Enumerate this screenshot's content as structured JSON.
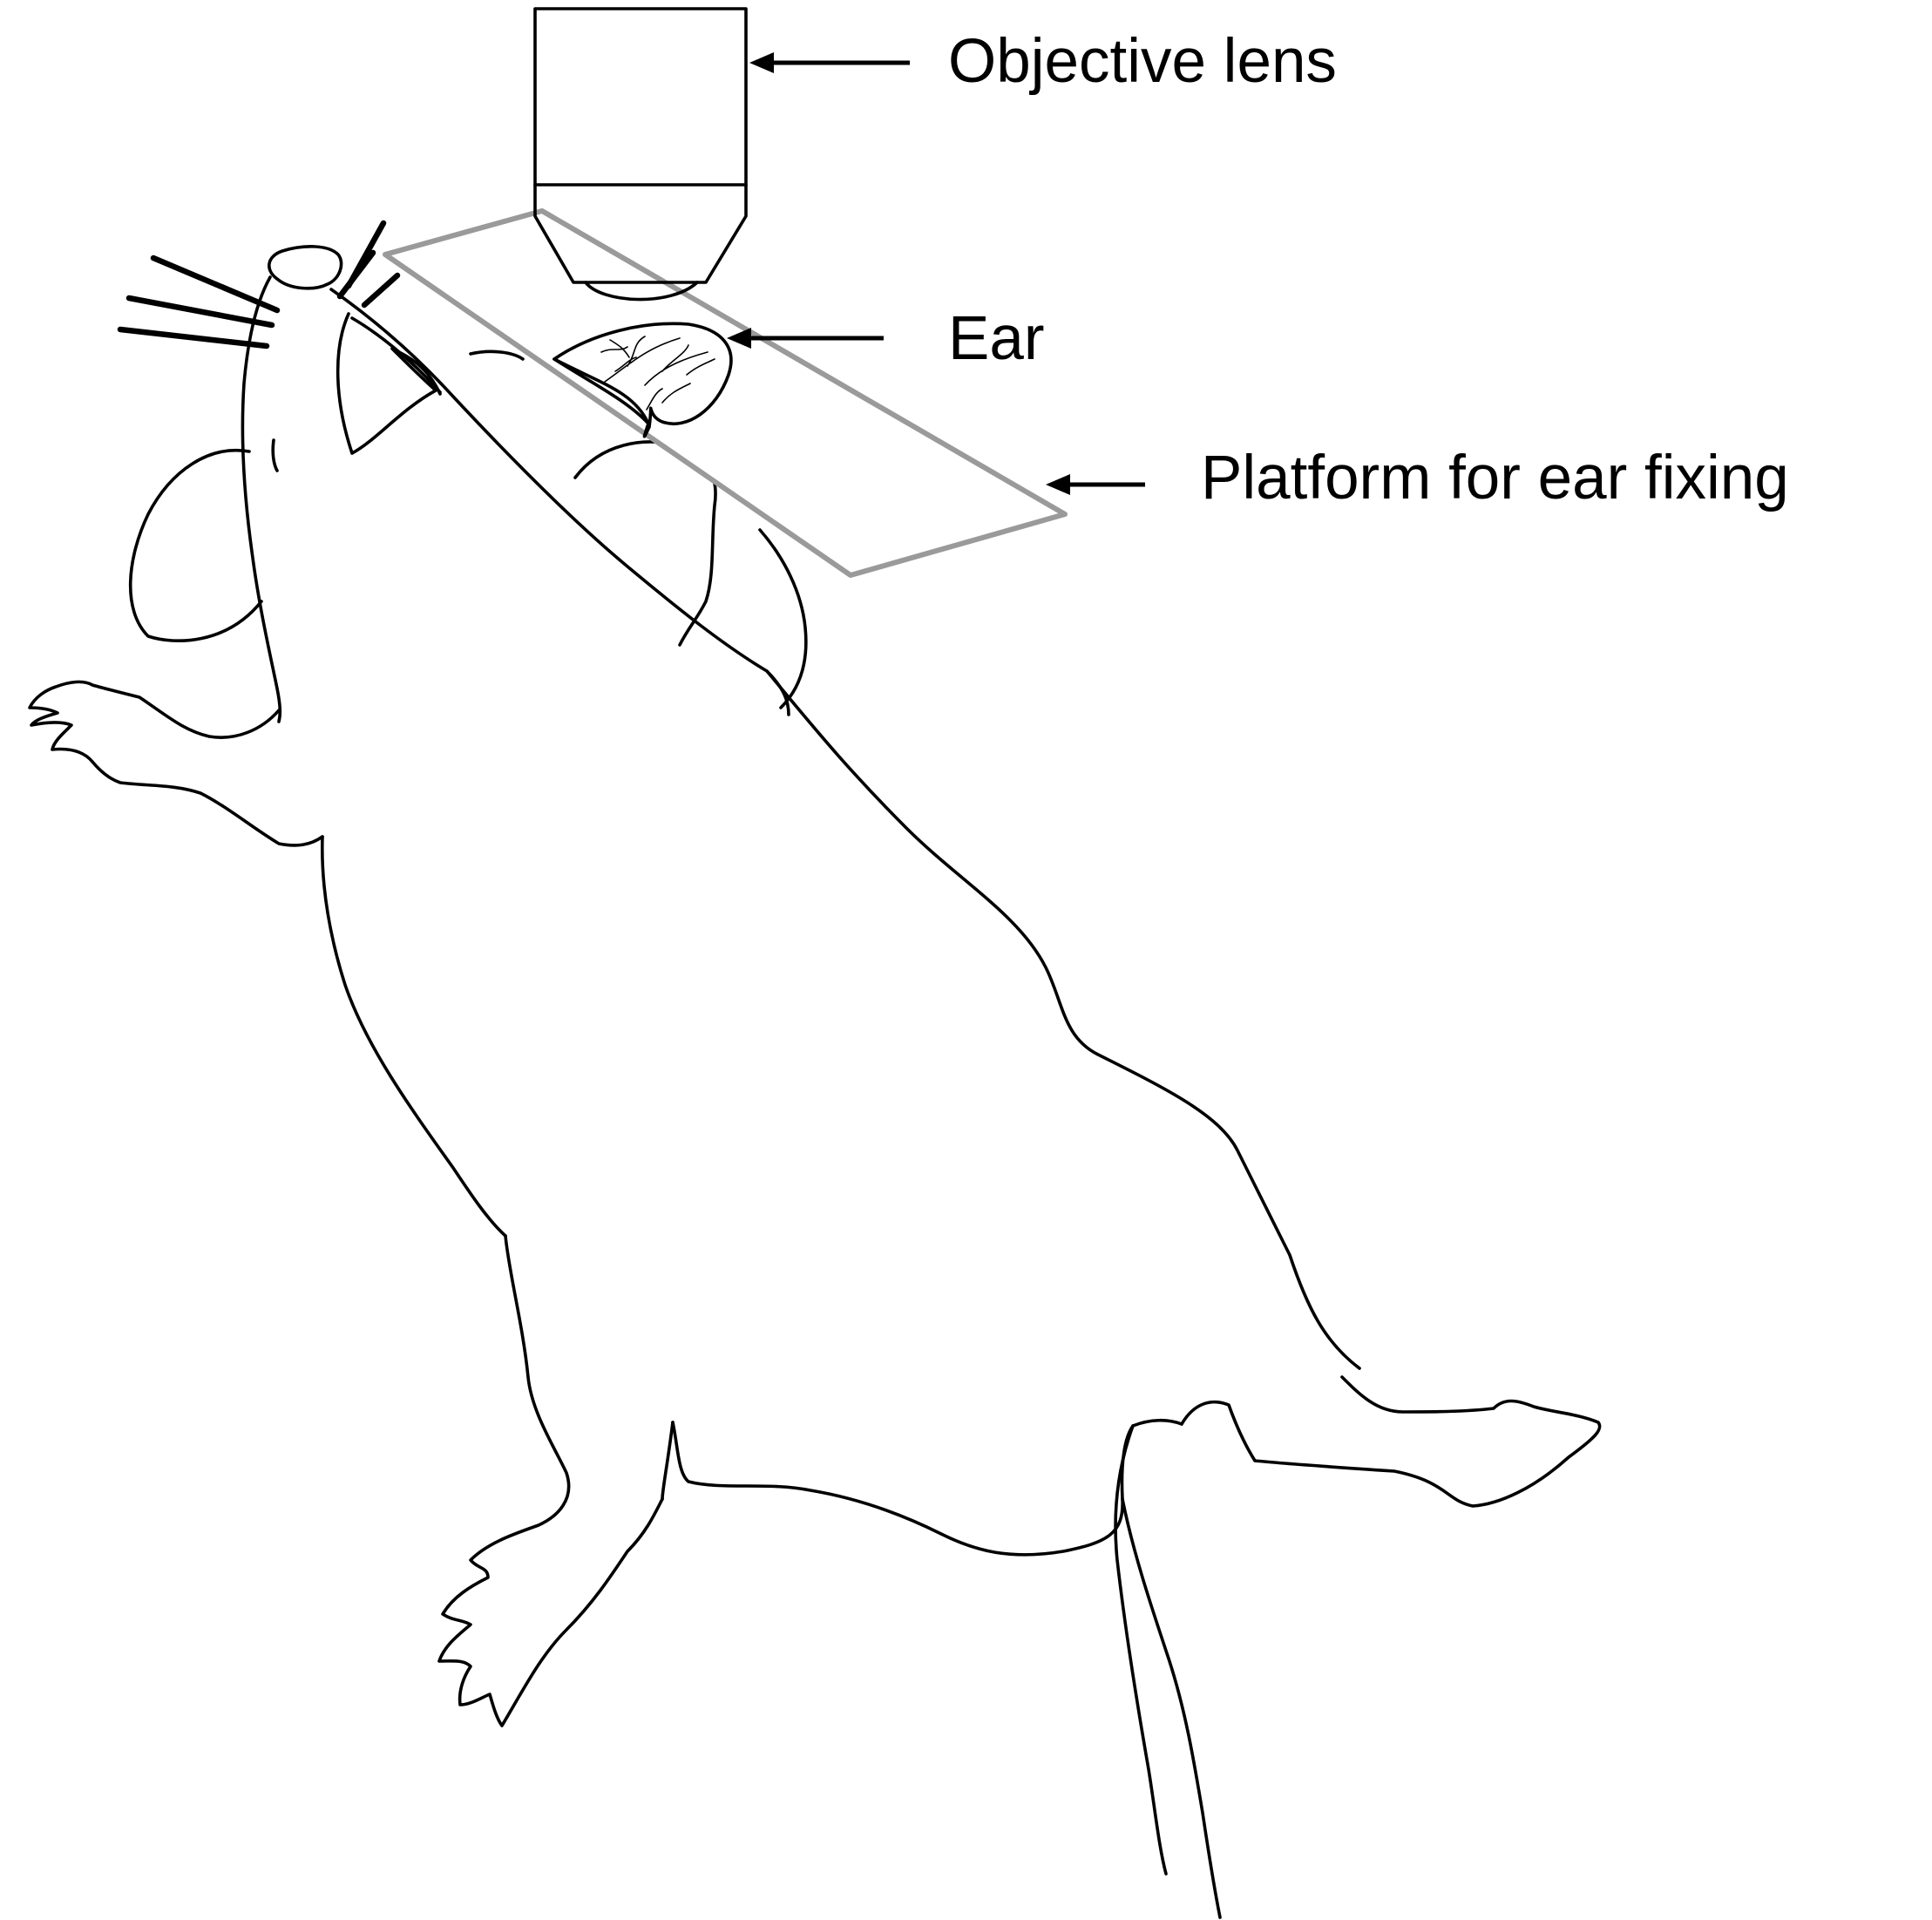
{
  "labels": {
    "objective_lens": "Objective lens",
    "ear": "Ear",
    "platform": "Platform for ear fixing"
  },
  "colors": {
    "ink": "#000000",
    "platform_edge": "#9a9a9a",
    "background": "#ffffff"
  }
}
